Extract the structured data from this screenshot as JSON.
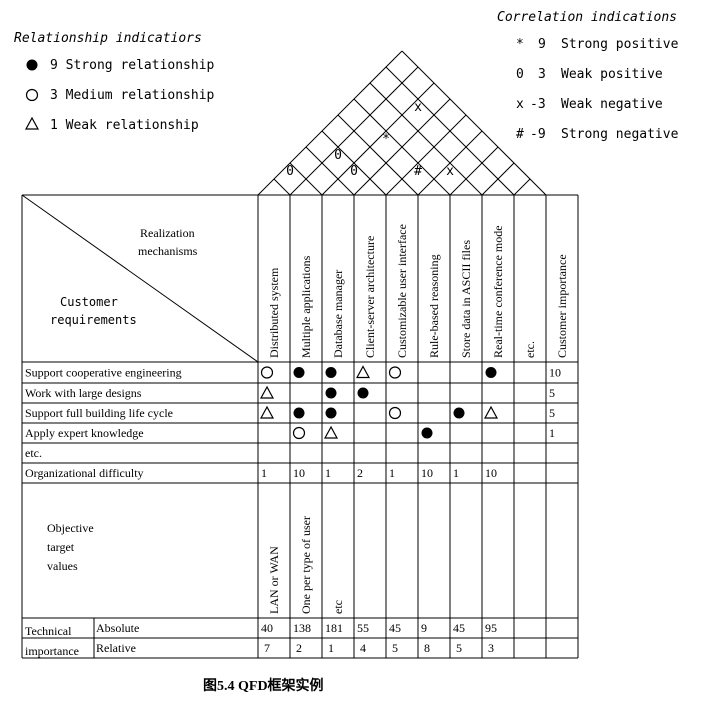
{
  "legend_relationship": {
    "title": "Relationship indicatiors",
    "items": [
      {
        "symbol": "strong",
        "text": "9 Strong relationship"
      },
      {
        "symbol": "medium",
        "text": "3 Medium relationship"
      },
      {
        "symbol": "weak",
        "text": "1 Weak relationship"
      }
    ]
  },
  "legend_correlation": {
    "title": "Correlation indications",
    "items": [
      {
        "mark": "*",
        "value": "9",
        "text": "Strong positive"
      },
      {
        "mark": "0",
        "value": "3",
        "text": "Weak positive"
      },
      {
        "mark": "x",
        "value": "-3",
        "text": "Weak negative"
      },
      {
        "mark": "#",
        "value": "-9",
        "text": "Strong negative"
      }
    ]
  },
  "roof_marks": [
    {
      "a": 1,
      "b": 2,
      "mark": "0"
    },
    {
      "a": 2,
      "b": 4,
      "mark": "0"
    },
    {
      "a": 3,
      "b": 4,
      "mark": "0"
    },
    {
      "a": 3,
      "b": 6,
      "mark": "*"
    },
    {
      "a": 3,
      "b": 8,
      "mark": "x"
    },
    {
      "a": 5,
      "b": 6,
      "mark": "#"
    },
    {
      "a": 6,
      "b": 7,
      "mark": "x"
    }
  ],
  "corner": {
    "top_label_1": "Realization",
    "top_label_2": "mechanisms",
    "bottom_label_1": "Customer",
    "bottom_label_2": "requirements"
  },
  "mechanisms": [
    "Distributed system",
    "Multiple applications",
    "Database manager",
    "Client-server architecture",
    "Customizable user interface",
    "Rule-based reasoning",
    "Store data in ASCII files",
    "Real-time conference mode",
    "etc.",
    "Customer importance"
  ],
  "requirements": [
    {
      "label": "Support cooperative engineering",
      "cells": [
        "medium",
        "strong",
        "strong",
        "weak",
        "medium",
        "",
        "",
        "strong",
        ""
      ],
      "importance": "10"
    },
    {
      "label": "Work with large designs",
      "cells": [
        "weak",
        "",
        "strong",
        "strong",
        "",
        "",
        "",
        "",
        ""
      ],
      "importance": "5"
    },
    {
      "label": "Support full building life cycle",
      "cells": [
        "weak",
        "strong",
        "strong",
        "",
        "medium",
        "",
        "strong",
        "weak",
        ""
      ],
      "importance": "5"
    },
    {
      "label": "Apply expert knowledge",
      "cells": [
        "",
        "medium",
        "weak",
        "",
        "",
        "strong",
        "",
        "",
        ""
      ],
      "importance": "1"
    },
    {
      "label": "etc.",
      "cells": [
        "",
        "",
        "",
        "",
        "",
        "",
        "",
        "",
        ""
      ],
      "importance": ""
    }
  ],
  "difficulty": {
    "label": "Organizational difficulty",
    "values": [
      "1",
      "10",
      "1",
      "2",
      "1",
      "10",
      "1",
      "10",
      ""
    ]
  },
  "target": {
    "label_1": "Objective",
    "label_2": "target",
    "label_3": "values",
    "values": [
      "LAN or WAN",
      "One per type of user",
      "etc",
      "",
      "",
      "",
      "",
      "",
      ""
    ]
  },
  "technical": {
    "label_1": "Technical",
    "label_2": "importance",
    "absolute_label": "Absolute",
    "relative_label": "Relative",
    "absolute": [
      "40",
      "138",
      "181",
      "55",
      "45",
      "9",
      "45",
      "95",
      ""
    ],
    "relative": [
      "7",
      "2",
      "1",
      "4",
      "5",
      "8",
      "5",
      "3",
      ""
    ]
  },
  "caption": "图5.4   QFD框架实例"
}
